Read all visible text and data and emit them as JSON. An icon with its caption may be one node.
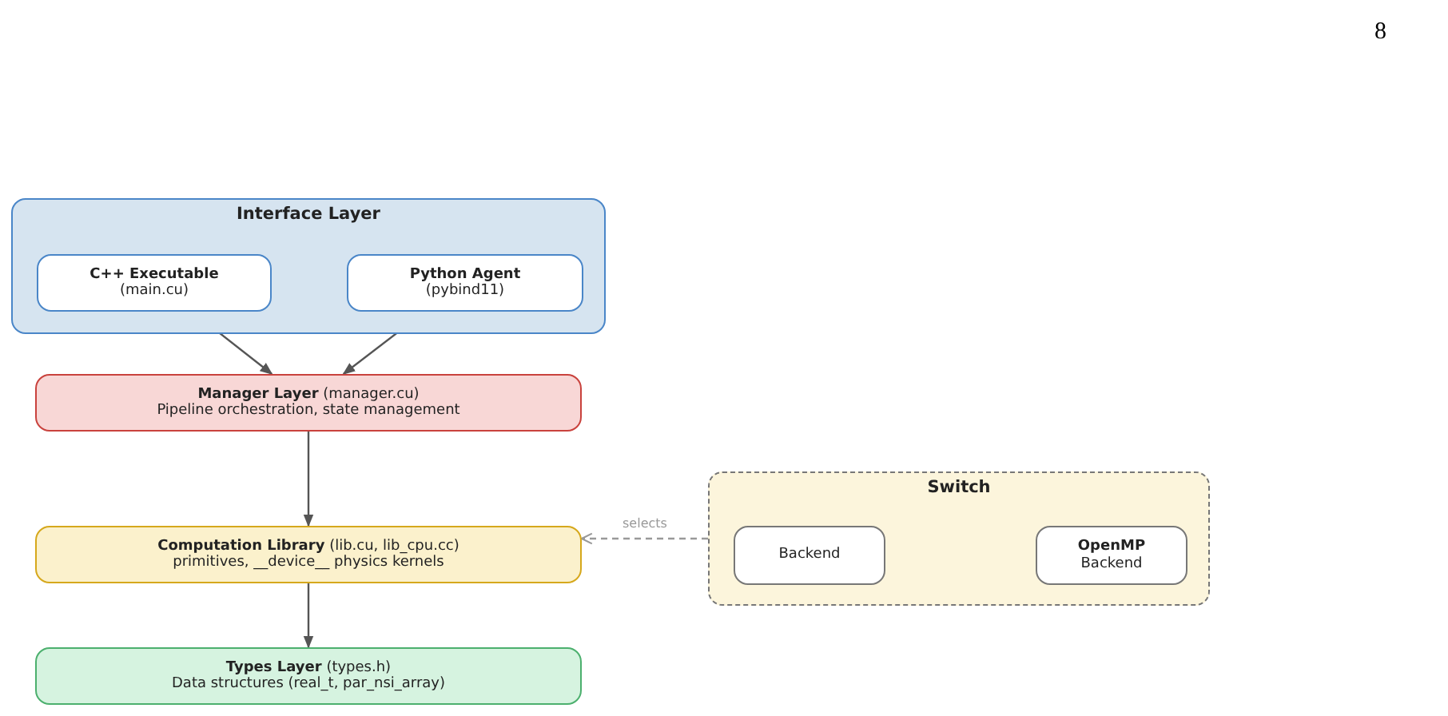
{
  "diagram": {
    "nodes": [
      {
        "text": [
          "Interface Layer"
        ]
      },
      {
        "text": [
          "C++ Executable",
          "(main.cu)"
        ],
        "in": 0
      },
      {
        "text": [
          "Python Agent",
          "(pybind11)"
        ],
        "in": 0
      },
      {
        "text": [
          "**Manager Layer** (manager.cu)",
          "Pipeline orchestration, state management"
        ]
      },
      {
        "text": [
          "**Computation Library** (lib.cu, lib_cpu.cc)",
          "primitives, __device__ physics kernels"
        ]
      },
      {
        "text": [
          "**Types Layer** (types.h)",
          "Data structures (real_t, par_nsi_array)"
        ]
      },
      {
        "text": [
          "Switch"
        ]
      },
      {
        "text": [
          "Backend"
        ],
        "in": 6
      },
      {
        "text": [
          "OpenMP",
          "Backend"
        ],
        "in": 6
      }
    ],
    "edges": [
      {
        "from": 1,
        "to": 3,
        "arrow": "to"
      },
      {
        "from": 2,
        "to": 3,
        "arrow": "to"
      },
      {
        "from": 3,
        "to": 4,
        "arrow": "to"
      },
      {
        "from": 4,
        "to": 5,
        "arrow": "to"
      },
      {
        "from": 6,
        "to": 4,
        "arrow": "to",
        "label": "selects",
        "style": "dashed",
        "color": "#999999"
      }
    ],
    "labels": [
      "8"
    ]
  }
}
